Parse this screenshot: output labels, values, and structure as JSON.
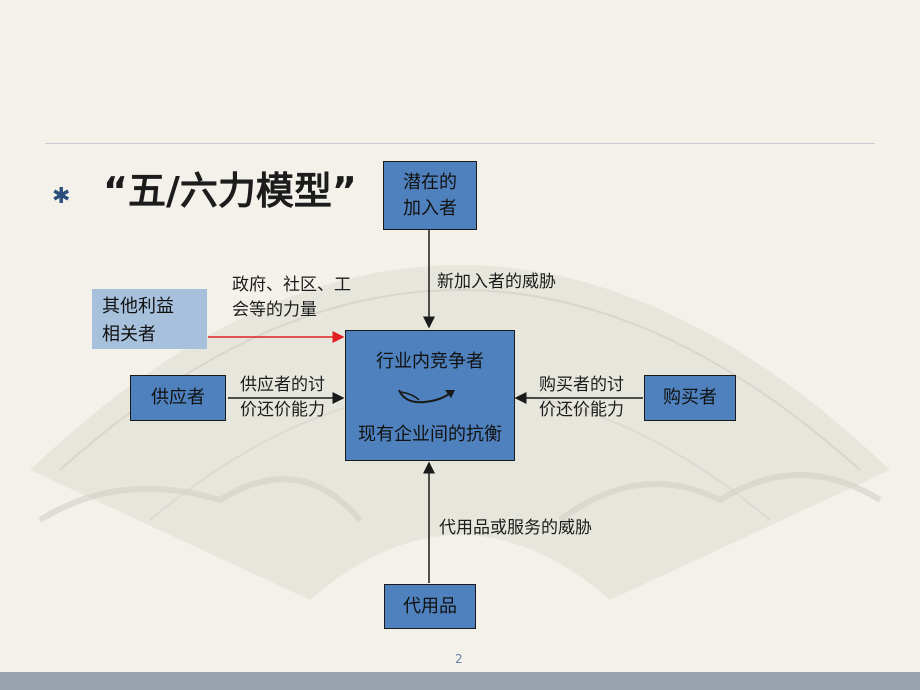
{
  "slide": {
    "title": "“五/六力模型”",
    "bullet": "✱",
    "page_number": "2"
  },
  "diagram": {
    "center": {
      "line1": "行业内竞争者",
      "line2": "现有企业间的抗衡"
    },
    "potential_entrants": {
      "line1": "潜在的",
      "line2": "加入者"
    },
    "suppliers": "供应者",
    "buyers": "购买者",
    "substitutes": "代用品",
    "other_stakeholders": {
      "line1": "其他利益",
      "line2": "相关者"
    },
    "labels": {
      "entrant_threat": "新加入者的威胁",
      "government_line1": "政府、社区、工",
      "government_line2": "会等的力量",
      "supplier_power_line1": "供应者的讨",
      "supplier_power_line2": "价还价能力",
      "buyer_power_line1": "购买者的讨",
      "buyer_power_line2": "价还价能力",
      "substitute_threat": "代用品或服务的威胁"
    }
  },
  "colors": {
    "box_fill": "#4e81bd",
    "stakeholder_fill": "#a7c0dc",
    "stakeholder_arrow": "#e02020",
    "arrow": "#1a1a1a"
  }
}
